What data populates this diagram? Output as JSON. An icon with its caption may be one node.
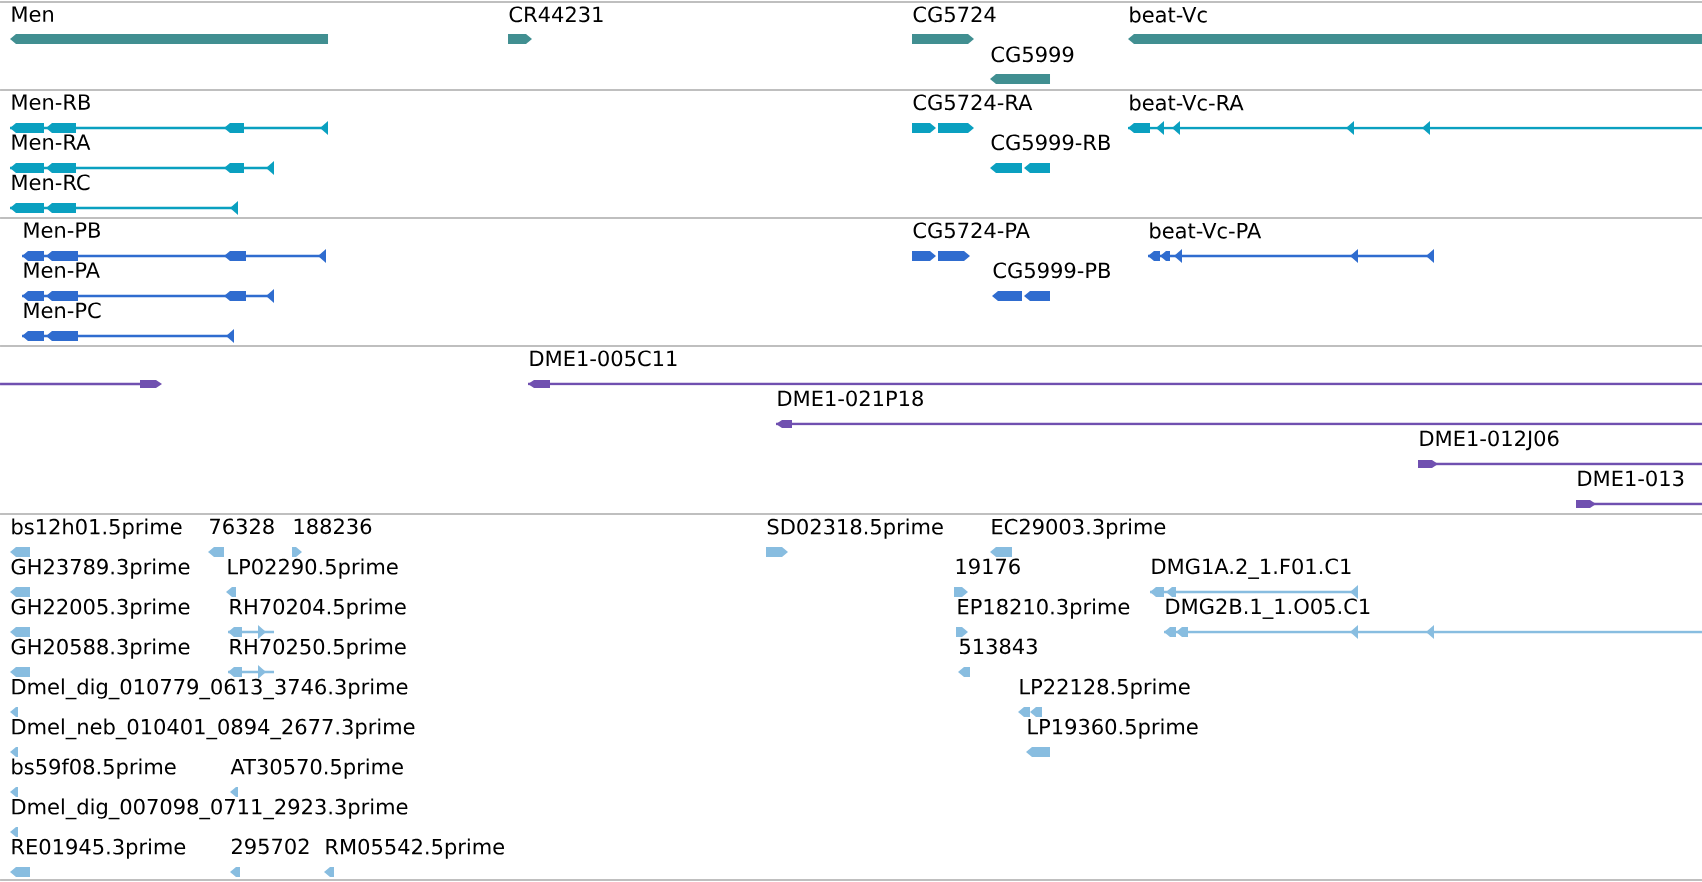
{
  "diagram": {
    "labels": [
      "Men",
      "CR44231",
      "CG5724",
      "beat-Vc",
      "CG5999",
      "Men-RB",
      "Men-RA",
      "Men-RC",
      "CG5724-RA",
      "beat-Vc-RA",
      "CG5999-RB",
      "Men-PB",
      "Men-PA",
      "Men-PC",
      "CG5724-PA",
      "beat-Vc-PA",
      "CG5999-PB",
      "DME1-005C11",
      "DME1-021P18",
      "DME1-012J06",
      "DME1-013",
      "bs12h01.5prime",
      "76328",
      "188236",
      "SD02318.5prime",
      "EC29003.3prime",
      "GH23789.3prime",
      "LP02290.5prime",
      "19176",
      "DMG1A.2_1.F01.C1",
      "GH22005.3prime",
      "RH70204.5prime",
      "EP18210.3prime",
      "DMG2B.1_1.O05.C1",
      "GH20588.3prime",
      "RH70250.5prime",
      "513843",
      "Dmel_dig_010779_0613_3746.3prime",
      "LP22128.5prime",
      "Dmel_neb_010401_0894_2677.3prime",
      "LP19360.5prime",
      "bs59f08.5prime",
      "AT30570.5prime",
      "Dmel_dig_007098_0711_2923.3prime",
      "RE01945.3prime",
      "295702",
      "RM05542.5prime"
    ]
  }
}
